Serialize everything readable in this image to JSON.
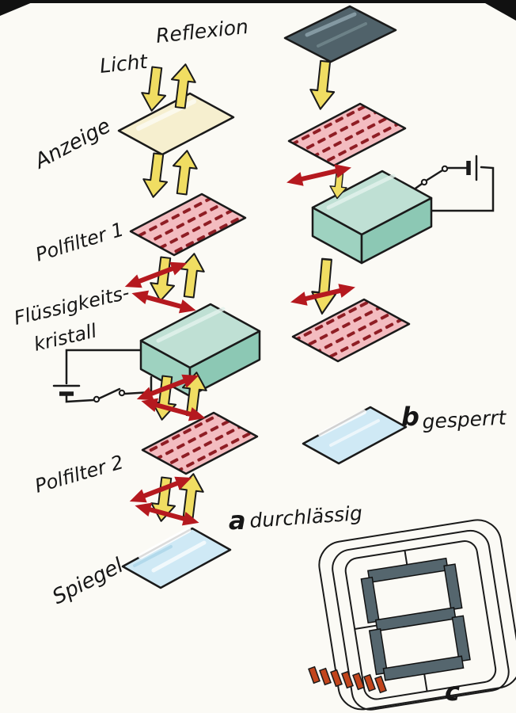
{
  "labels": {
    "licht": "Licht",
    "reflexion": "Reflexion",
    "anzeige": "Anzeige",
    "polfilter1": "Polfilter 1",
    "fluessigkeits_line1": "Flüssigkeits-",
    "fluessigkeits_line2": "kristall",
    "polfilter2": "Polfilter 2",
    "spiegel": "Spiegel",
    "variant_a_letter": "a",
    "variant_a_text": "durchlässig",
    "variant_b_letter": "b",
    "variant_b_text": "gesperrt",
    "variant_c_letter": "c"
  },
  "colors": {
    "light_arrow_yellow": "#f0dd62",
    "polarization_arrow_red": "#b5191f",
    "polarizer_pink": "#f3bcc0",
    "polarizer_stripe_dark_red": "#8f1d24",
    "liquid_crystal_teal_top": "#bfe0d4",
    "liquid_crystal_teal_side": "#9ed2c0",
    "liquid_crystal_teal_front": "#8cc8b4",
    "mirror_blue": "#cfe9f5",
    "display_cream": "#f6efcf",
    "dark_glass_panel": "#50626a",
    "segment_dark_gray": "#55666e",
    "contact_pad_orange": "#c2451c",
    "ink": "#1a1a1a",
    "paper": "#fbfaf5"
  }
}
